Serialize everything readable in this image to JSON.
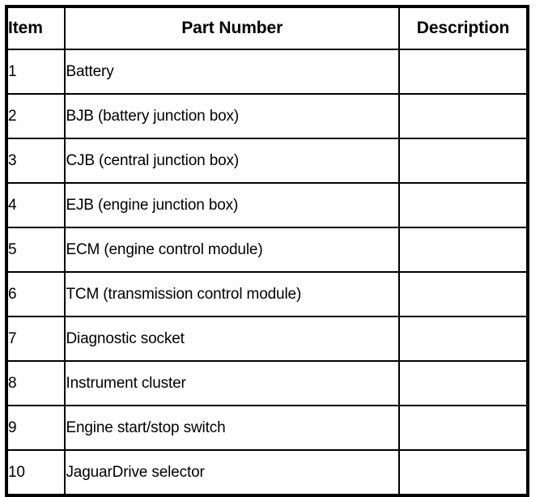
{
  "table": {
    "columns": [
      {
        "key": "item",
        "label": "Item",
        "align": "left"
      },
      {
        "key": "part_number",
        "label": "Part Number",
        "align": "center"
      },
      {
        "key": "description",
        "label": "Description",
        "align": "center"
      }
    ],
    "rows": [
      {
        "item": "1",
        "part_number": "Battery",
        "description": ""
      },
      {
        "item": "2",
        "part_number": "BJB (battery junction box)",
        "description": ""
      },
      {
        "item": "3",
        "part_number": "CJB (central junction box)",
        "description": ""
      },
      {
        "item": "4",
        "part_number": "EJB (engine junction box)",
        "description": ""
      },
      {
        "item": "5",
        "part_number": "ECM (engine control module)",
        "description": ""
      },
      {
        "item": "6",
        "part_number": "TCM (transmission control module)",
        "description": ""
      },
      {
        "item": "7",
        "part_number": "Diagnostic socket",
        "description": ""
      },
      {
        "item": "8",
        "part_number": "Instrument cluster",
        "description": ""
      },
      {
        "item": "9",
        "part_number": "Engine start/stop switch",
        "description": ""
      },
      {
        "item": "10",
        "part_number": "JaguarDrive selector",
        "description": ""
      }
    ]
  },
  "style": {
    "text_color": "#000000",
    "background_color": "#ffffff",
    "border_color": "#000000"
  }
}
